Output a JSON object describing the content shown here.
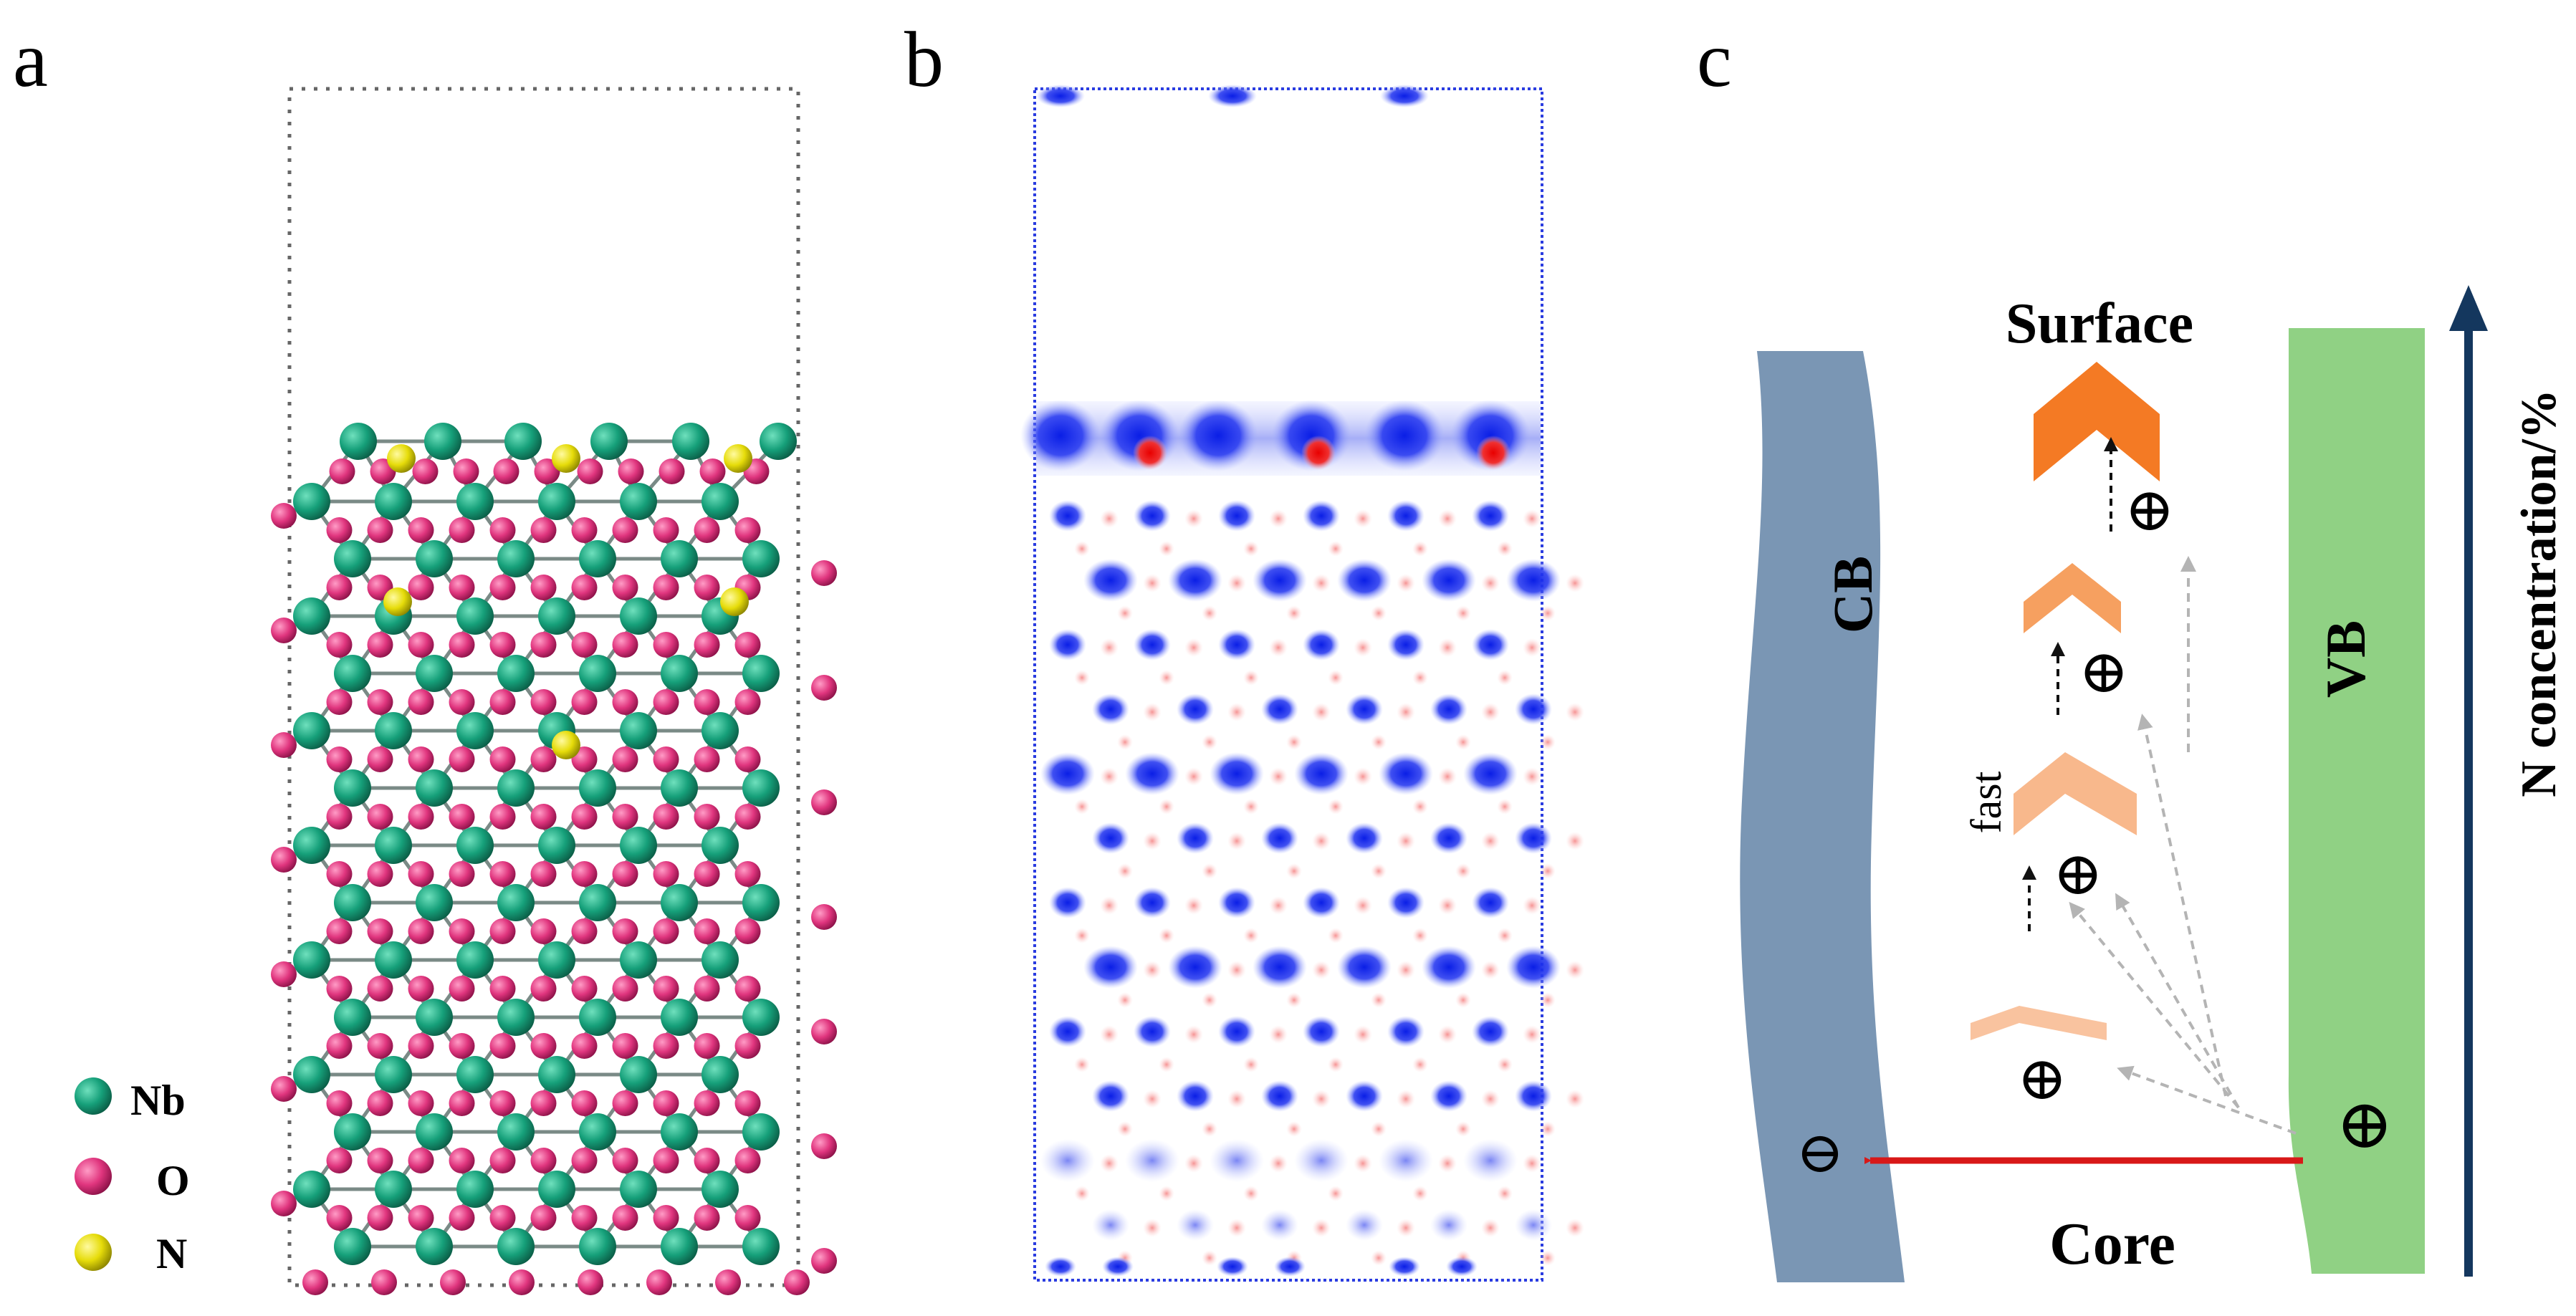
{
  "panels": {
    "a": {
      "letter": "a",
      "legend": [
        "Nb",
        "O",
        "N"
      ]
    },
    "b": {
      "letter": "b"
    },
    "c": {
      "letter": "c",
      "surface_label": "Surface",
      "core_label": "Core",
      "cb_label": "CB",
      "vb_label": "VB",
      "fast_label": "fast",
      "axis_label": "N concentration/%",
      "hole_symbol": "⊕",
      "electron_symbol": "⊖"
    }
  },
  "colors": {
    "nb": "#16a07a",
    "o": "#e0357e",
    "n": "#e6dc0a",
    "cb": "#7a96b4",
    "vb": "#90d184",
    "arrow_red": "#d81818",
    "axis_arrow": "#14375e",
    "chevron_top": "#f47a24",
    "chevron_mid": "#f6a060",
    "chevron_low": "#f8b88c",
    "chevron_bottom": "#f9c39f",
    "density_blue": "#1a2ae0",
    "density_red": "#e81010"
  }
}
